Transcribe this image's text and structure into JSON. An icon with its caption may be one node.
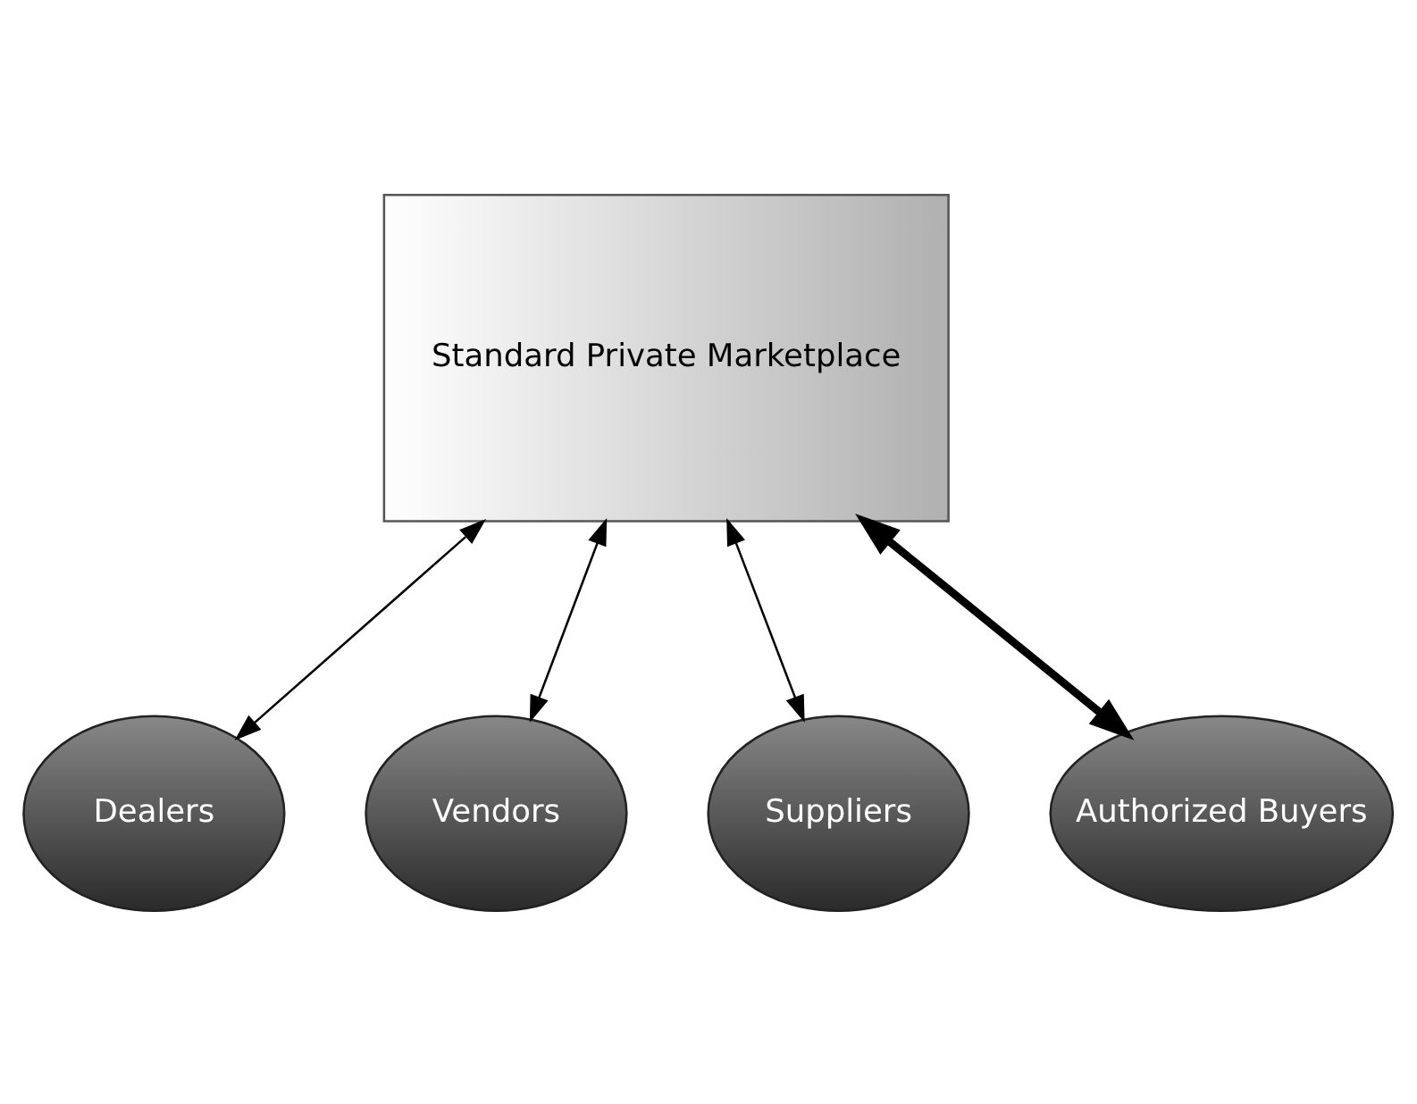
{
  "diagram": {
    "nodes": [
      {
        "text": [
          "Standard Private Marketplace"
        ]
      },
      {
        "text": [
          "Dealers"
        ]
      },
      {
        "text": [
          "Vendors"
        ]
      },
      {
        "text": [
          "Suppliers"
        ]
      },
      {
        "text": [
          "Authorized Buyers"
        ]
      }
    ],
    "edges": [
      {
        "from": 0,
        "to": 4,
        "arrow": "both",
        "style": "thick"
      },
      {
        "from": 0,
        "to": 2,
        "arrow": "both"
      },
      {
        "from": 0,
        "to": 3,
        "arrow": "both"
      },
      {
        "from": 0,
        "to": 1,
        "arrow": "both"
      }
    ]
  }
}
